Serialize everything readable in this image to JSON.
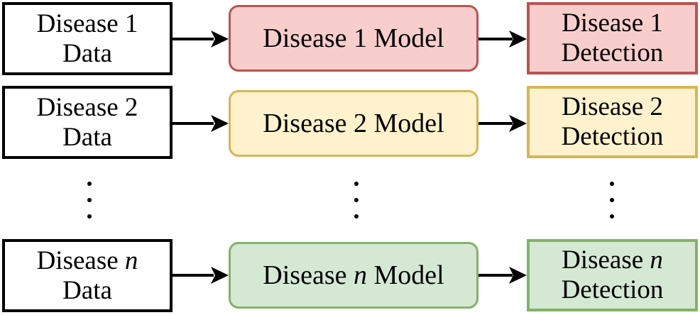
{
  "rows": [
    {
      "data": {
        "line1": "Disease 1",
        "line2": "Data"
      },
      "model": {
        "prefix": "Disease ",
        "var": "1",
        "suffix": " Model"
      },
      "detection": {
        "line1": "Disease 1",
        "line2": "Detection"
      }
    },
    {
      "data": {
        "line1": "Disease 2",
        "line2": "Data"
      },
      "model": {
        "prefix": "Disease ",
        "var": "2",
        "suffix": " Model"
      },
      "detection": {
        "line1": "Disease 2",
        "line2": "Detection"
      }
    },
    {
      "data": {
        "prefix": "Disease ",
        "var": "n",
        "line2": "Data"
      },
      "model": {
        "prefix": "Disease ",
        "var": "n",
        "suffix": " Model"
      },
      "detection": {
        "prefix": "Disease ",
        "var": "n",
        "line2": "Detection"
      }
    }
  ],
  "colors": {
    "data_border": "#000000",
    "data_fill": "#ffffff",
    "row1_fill": "#f8cecc",
    "row1_border": "#b85450",
    "row2_fill": "#fff2cc",
    "row2_border": "#d6b656",
    "rown_fill": "#d5e8d4",
    "rown_border": "#82b366",
    "arrow": "#000000"
  },
  "ellipsis": "vertical-dots"
}
